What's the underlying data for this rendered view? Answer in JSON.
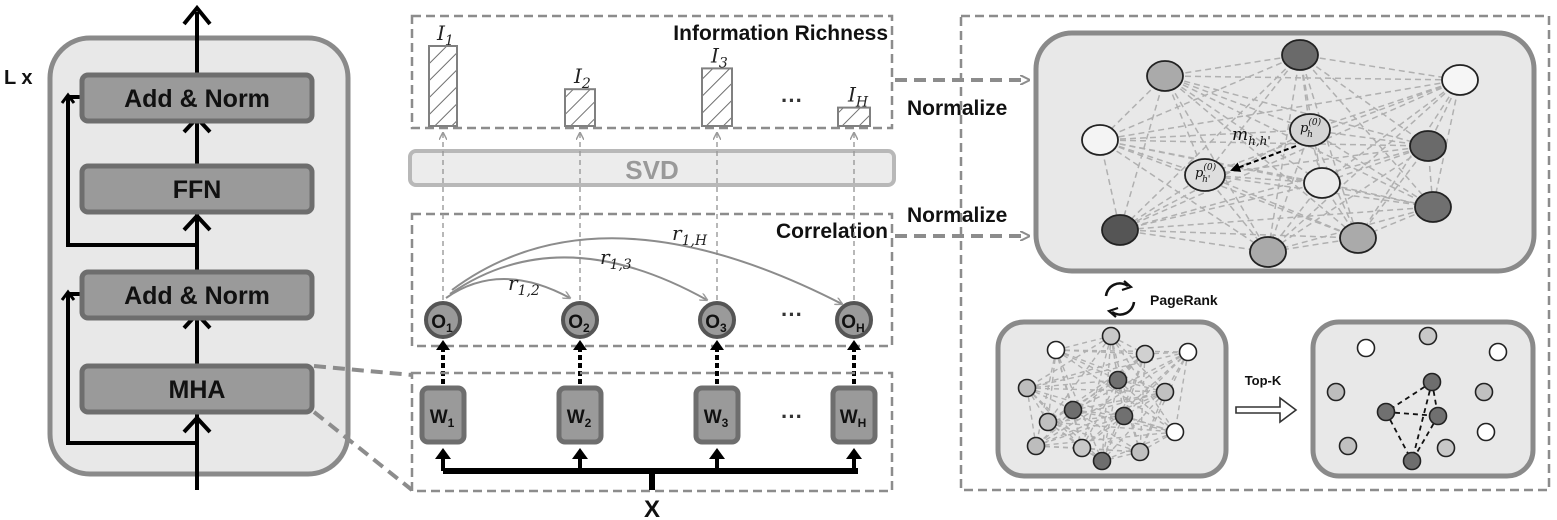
{
  "layer_repeat": "L x",
  "blocks": {
    "add_norm_top": "Add & Norm",
    "ffn": "FFN",
    "add_norm_bottom": "Add & Norm",
    "mha": "MHA"
  },
  "info_richness_label": "Information Richness",
  "info_bars": [
    {
      "label_base": "I",
      "label_sub": "1",
      "value": 1.0
    },
    {
      "label_base": "I",
      "label_sub": "2",
      "value": 0.46
    },
    {
      "label_base": "I",
      "label_sub": "3",
      "value": 0.72
    },
    {
      "label_base": "I",
      "label_sub": "H",
      "value": 0.23
    }
  ],
  "svd_label": "SVD",
  "correlation_label": "Correlation",
  "correlation_arcs": [
    {
      "base": "r",
      "sub": "1,2"
    },
    {
      "base": "r",
      "sub": "1,3"
    },
    {
      "base": "r",
      "sub": "1,H"
    }
  ],
  "outputs": [
    {
      "base": "O",
      "sub": "1"
    },
    {
      "base": "O",
      "sub": "2"
    },
    {
      "base": "O",
      "sub": "3"
    },
    {
      "base": "O",
      "sub": "H"
    }
  ],
  "weights": [
    {
      "base": "W",
      "sub": "1"
    },
    {
      "base": "W",
      "sub": "2"
    },
    {
      "base": "W",
      "sub": "3"
    },
    {
      "base": "W",
      "sub": "H"
    }
  ],
  "ellipsis": "···",
  "input_label": "X",
  "normalize_top": "Normalize",
  "normalize_bottom": "Normalize",
  "graph_labels": {
    "edge_base": "m",
    "edge_sub": "h,h'",
    "node_a_base": "p",
    "node_a_sub": "h",
    "node_a_sup": "(0)",
    "node_b_base": "p",
    "node_b_sub": "h'",
    "node_b_sup": "(0)"
  },
  "pagerank_label": "PageRank",
  "topk_label": "Top-K",
  "colors": {
    "box_fill": "#9a9a9a",
    "box_stroke": "#6e6e6e",
    "panel_fill": "#e8e8e8",
    "panel_stroke": "#8a8a8a",
    "dashed_gray": "#8c8c8c",
    "edge_gray": "#a8a8a8"
  }
}
